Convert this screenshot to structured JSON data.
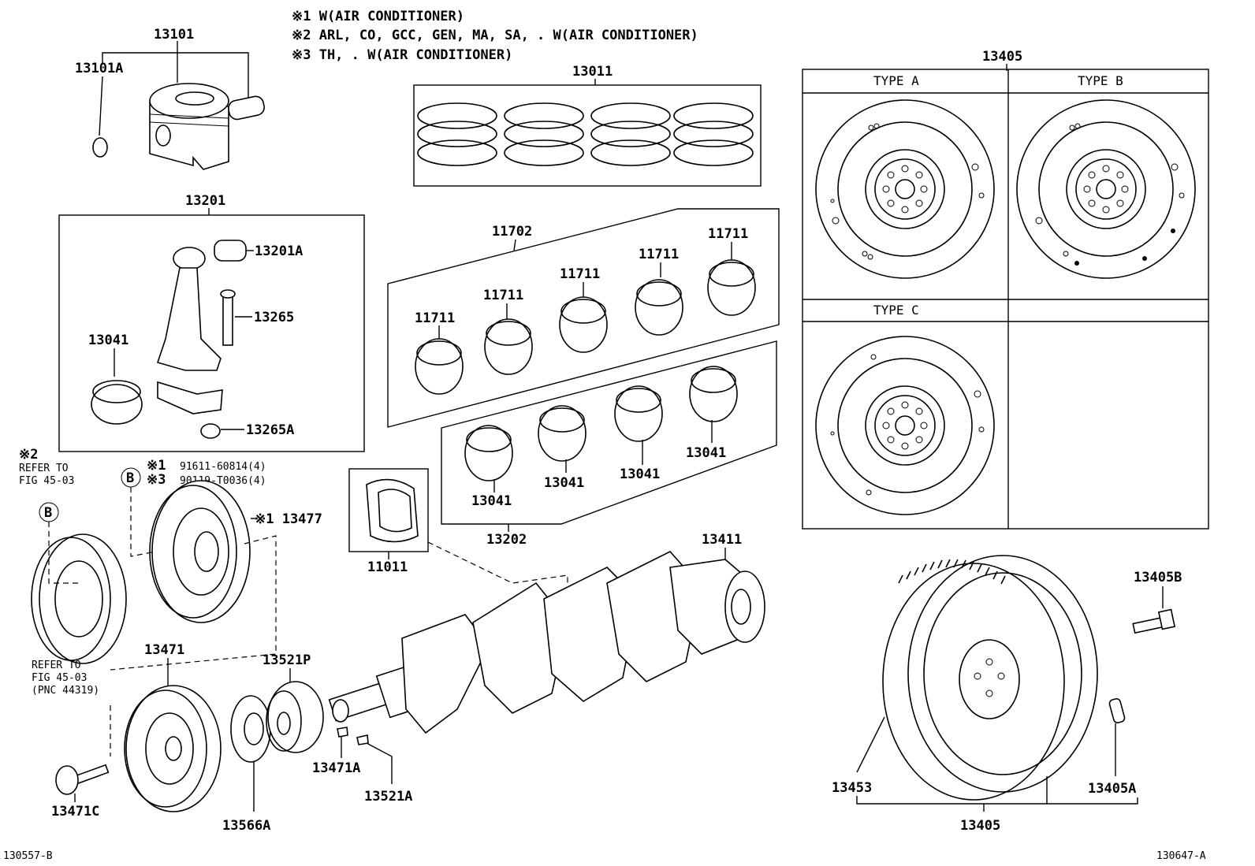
{
  "notes": [
    "※1 W(AIR CONDITIONER)",
    "※2 ARL, CO, GCC, GEN, MA, SA, . W(AIR CONDITIONER)",
    "※3 TH, . W(AIR CONDITIONER)"
  ],
  "parts": {
    "piston": "13101",
    "piston_pin_snap_ring": "13101A",
    "piston_ring_set": "13011",
    "connecting_rod": "13201",
    "connecting_rod_bushing": "13201A",
    "connecting_rod_bolt": "13265",
    "connecting_rod_nut": "13265A",
    "rod_bearing_left": "13041",
    "main_bearing_set": "11702",
    "main_bearing_1": "11711",
    "main_bearing_2": "11711",
    "main_bearing_3": "11711",
    "main_bearing_4": "11711",
    "main_bearing_5": "11711",
    "rod_bearing_set": "13202",
    "rod_bearing_1": "13041",
    "rod_bearing_2": "13041",
    "rod_bearing_3": "13041",
    "rod_bearing_4": "13041",
    "thrust_washer": "11011",
    "crankshaft": "13411",
    "pulley_13477": "※1 13477",
    "crank_pulley": "13471",
    "crank_timing_gear": "13521P",
    "oil_pump_drive_spacer": "13566A",
    "pulley_key": "13471A",
    "gear_key": "13521A",
    "pulley_bolt": "13471C",
    "flywheel_top": "13405",
    "flywheel_bottom": "13405",
    "flywheel_bolt": "13405B",
    "flywheel_pin": "13405A",
    "ring_gear": "13453"
  },
  "bolts_note": {
    "marks": "※1\n※3",
    "line1": "91611-60814(4)",
    "line2": "90119-T0036(4)"
  },
  "refer_top": {
    "mark": "※2",
    "line1": "REFER TO",
    "line2": "FIG 45-03"
  },
  "refer_bottom": {
    "line1": "REFER TO",
    "line2": "FIG 45-03",
    "line3": "(PNC 44319)"
  },
  "callout_b": "B",
  "flywheel_types": {
    "type_a": "TYPE A",
    "type_b": "TYPE B",
    "type_c": "TYPE C"
  },
  "footer": {
    "left_id": "130557-B",
    "right_id": "130647-A"
  }
}
